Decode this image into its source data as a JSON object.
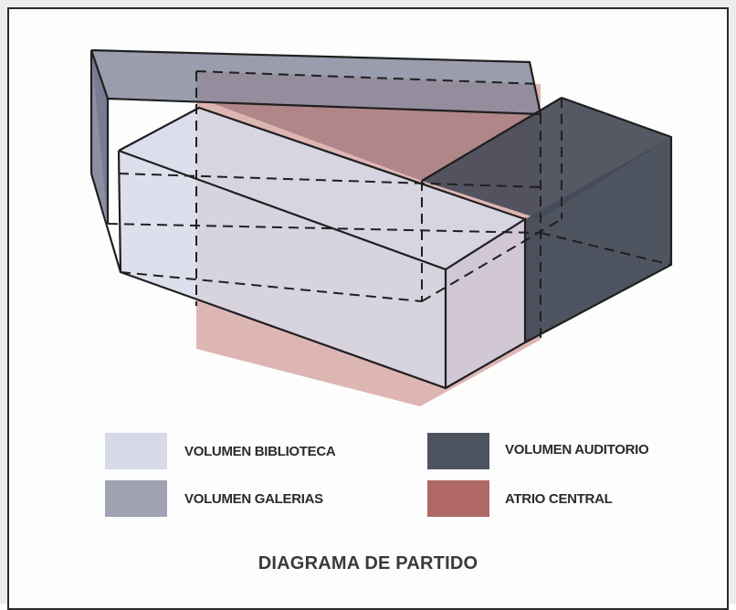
{
  "title": "DIAGRAMA DE PARTIDO",
  "legend": [
    {
      "label": "VOLUMEN BIBLIOTECA",
      "color": "#d6d9e8"
    },
    {
      "label": "VOLUMEN GALERIAS",
      "color": "#9fa2b3"
    },
    {
      "label": "VOLUMEN AUDITORIO",
      "color": "#4d535f"
    },
    {
      "label": "ATRIO CENTRAL",
      "color": "#b06866"
    }
  ],
  "colors": {
    "biblioteca": "#d6d9e8",
    "galerias": "#7e8296",
    "auditorio": "#454b57",
    "atrio": "#c27c78",
    "line": "#1f1f1f"
  }
}
